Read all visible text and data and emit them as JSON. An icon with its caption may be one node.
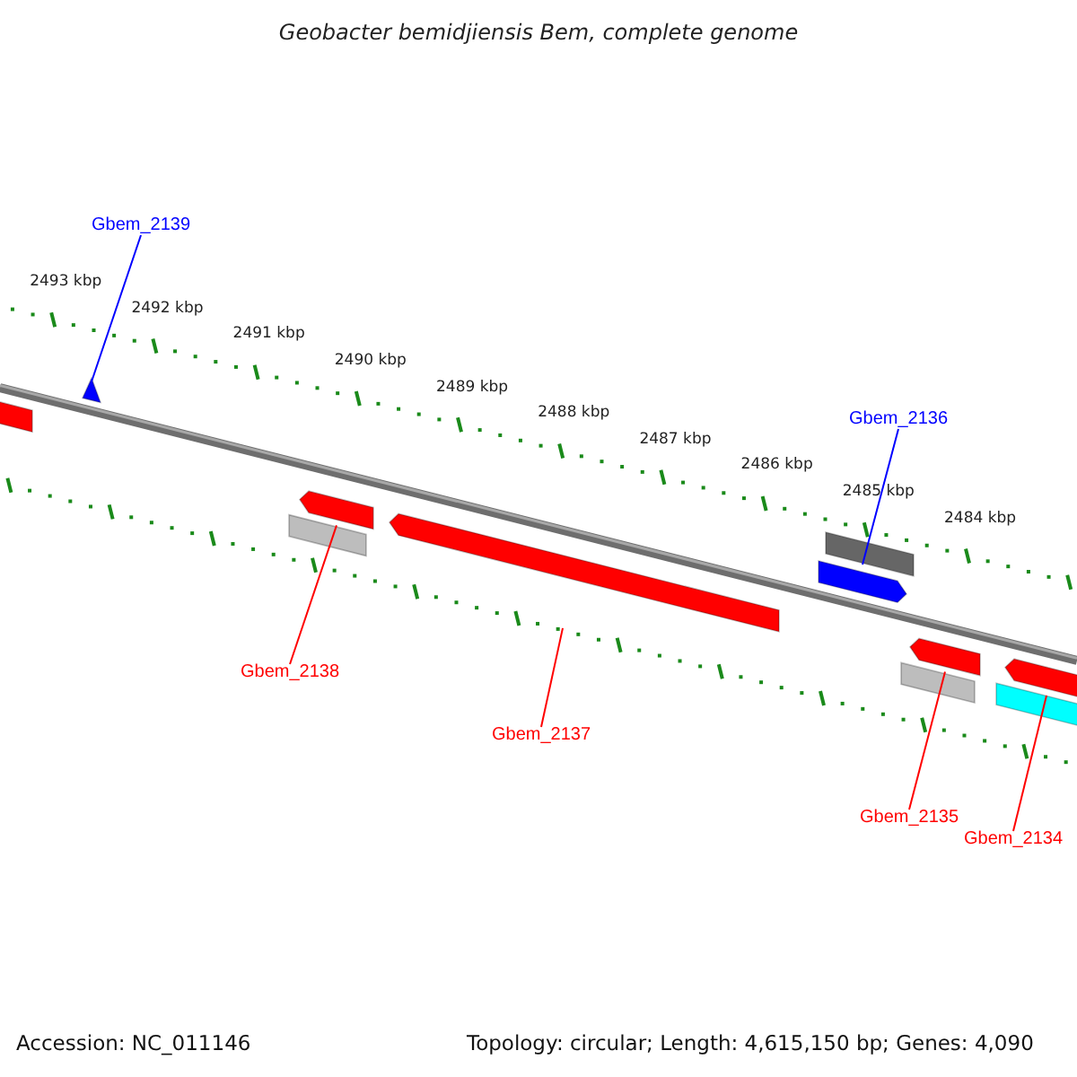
{
  "diagram": {
    "title": "Geobacter bemidjiensis Bem, complete genome",
    "nodes": [
      {
        "text": [
          "Gbem_2139"
        ]
      },
      {
        "text": [
          "Gbem_2136"
        ]
      },
      {
        "text": [
          "Gbem_2138"
        ]
      },
      {
        "text": [
          "Gbem_2137"
        ]
      },
      {
        "text": [
          "Gbem_2135"
        ]
      },
      {
        "text": [
          "Gbem_2134"
        ]
      },
      {
        "text": [],
        "shape": "arrow"
      },
      {
        "text": [],
        "shape": "arrow"
      },
      {
        "text": [],
        "shape": "arrow"
      },
      {
        "text": [],
        "shape": "arrow"
      },
      {
        "text": [],
        "shape": "arrow"
      },
      {
        "text": [],
        "shape": "arrow"
      }
    ],
    "edges": [
      {
        "from": 0,
        "to": 6,
        "arrow": "none",
        "color": "#0000ff"
      },
      {
        "from": 1,
        "to": 9,
        "arrow": "none",
        "color": "#0000ff"
      },
      {
        "from": 2,
        "to": 7,
        "arrow": "none"
      },
      {
        "from": 3,
        "to": 8,
        "arrow": "none"
      },
      {
        "from": 4,
        "to": 10,
        "arrow": "none"
      },
      {
        "from": 5,
        "to": 11,
        "arrow": "none"
      }
    ],
    "labels": [
      "2493 kbp",
      "2492 kbp",
      "2491 kbp",
      "2490 kbp",
      "2489 kbp",
      "2488 kbp",
      "2487 kbp",
      "2486 kbp",
      "2485 kbp",
      "2484 kbp",
      "Accession: NC_011146",
      "Topology: circular; Length: 4,615,150 bp; Genes: 4,090"
    ]
  }
}
